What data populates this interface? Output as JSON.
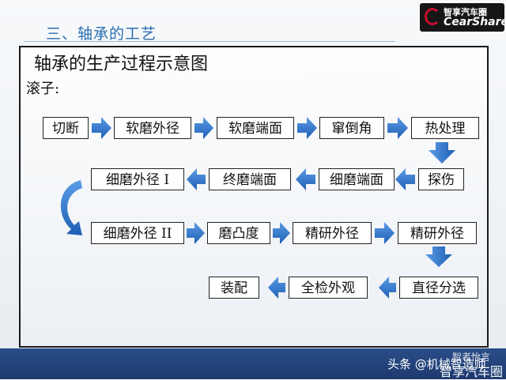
{
  "header": {
    "section_title": "三、轴承的工艺",
    "logo_cn": "智享汽车圈",
    "logo_en": "CearShare"
  },
  "panel": {
    "title": "轴承的生产过程示意图",
    "sub_label": "滚子:"
  },
  "nodes": [
    "切断",
    "软磨外径",
    "软磨端面",
    "窜倒角",
    "热处理",
    "探伤",
    "细磨端面",
    "终磨端面",
    "细磨外径 I",
    "细磨外径 II",
    "磨凸度",
    "精研外径",
    "精研外径",
    "直径分选",
    "全检外观",
    "装配"
  ],
  "colors": {
    "arrow": "#2b6cc4",
    "section_title": "#2a6fb0",
    "footer": "#1d3a6e"
  },
  "footer": {
    "source": "头条 @机械智造师",
    "watermark_top": "智者怡言",
    "watermark_bottom": "智享汽车圈"
  }
}
